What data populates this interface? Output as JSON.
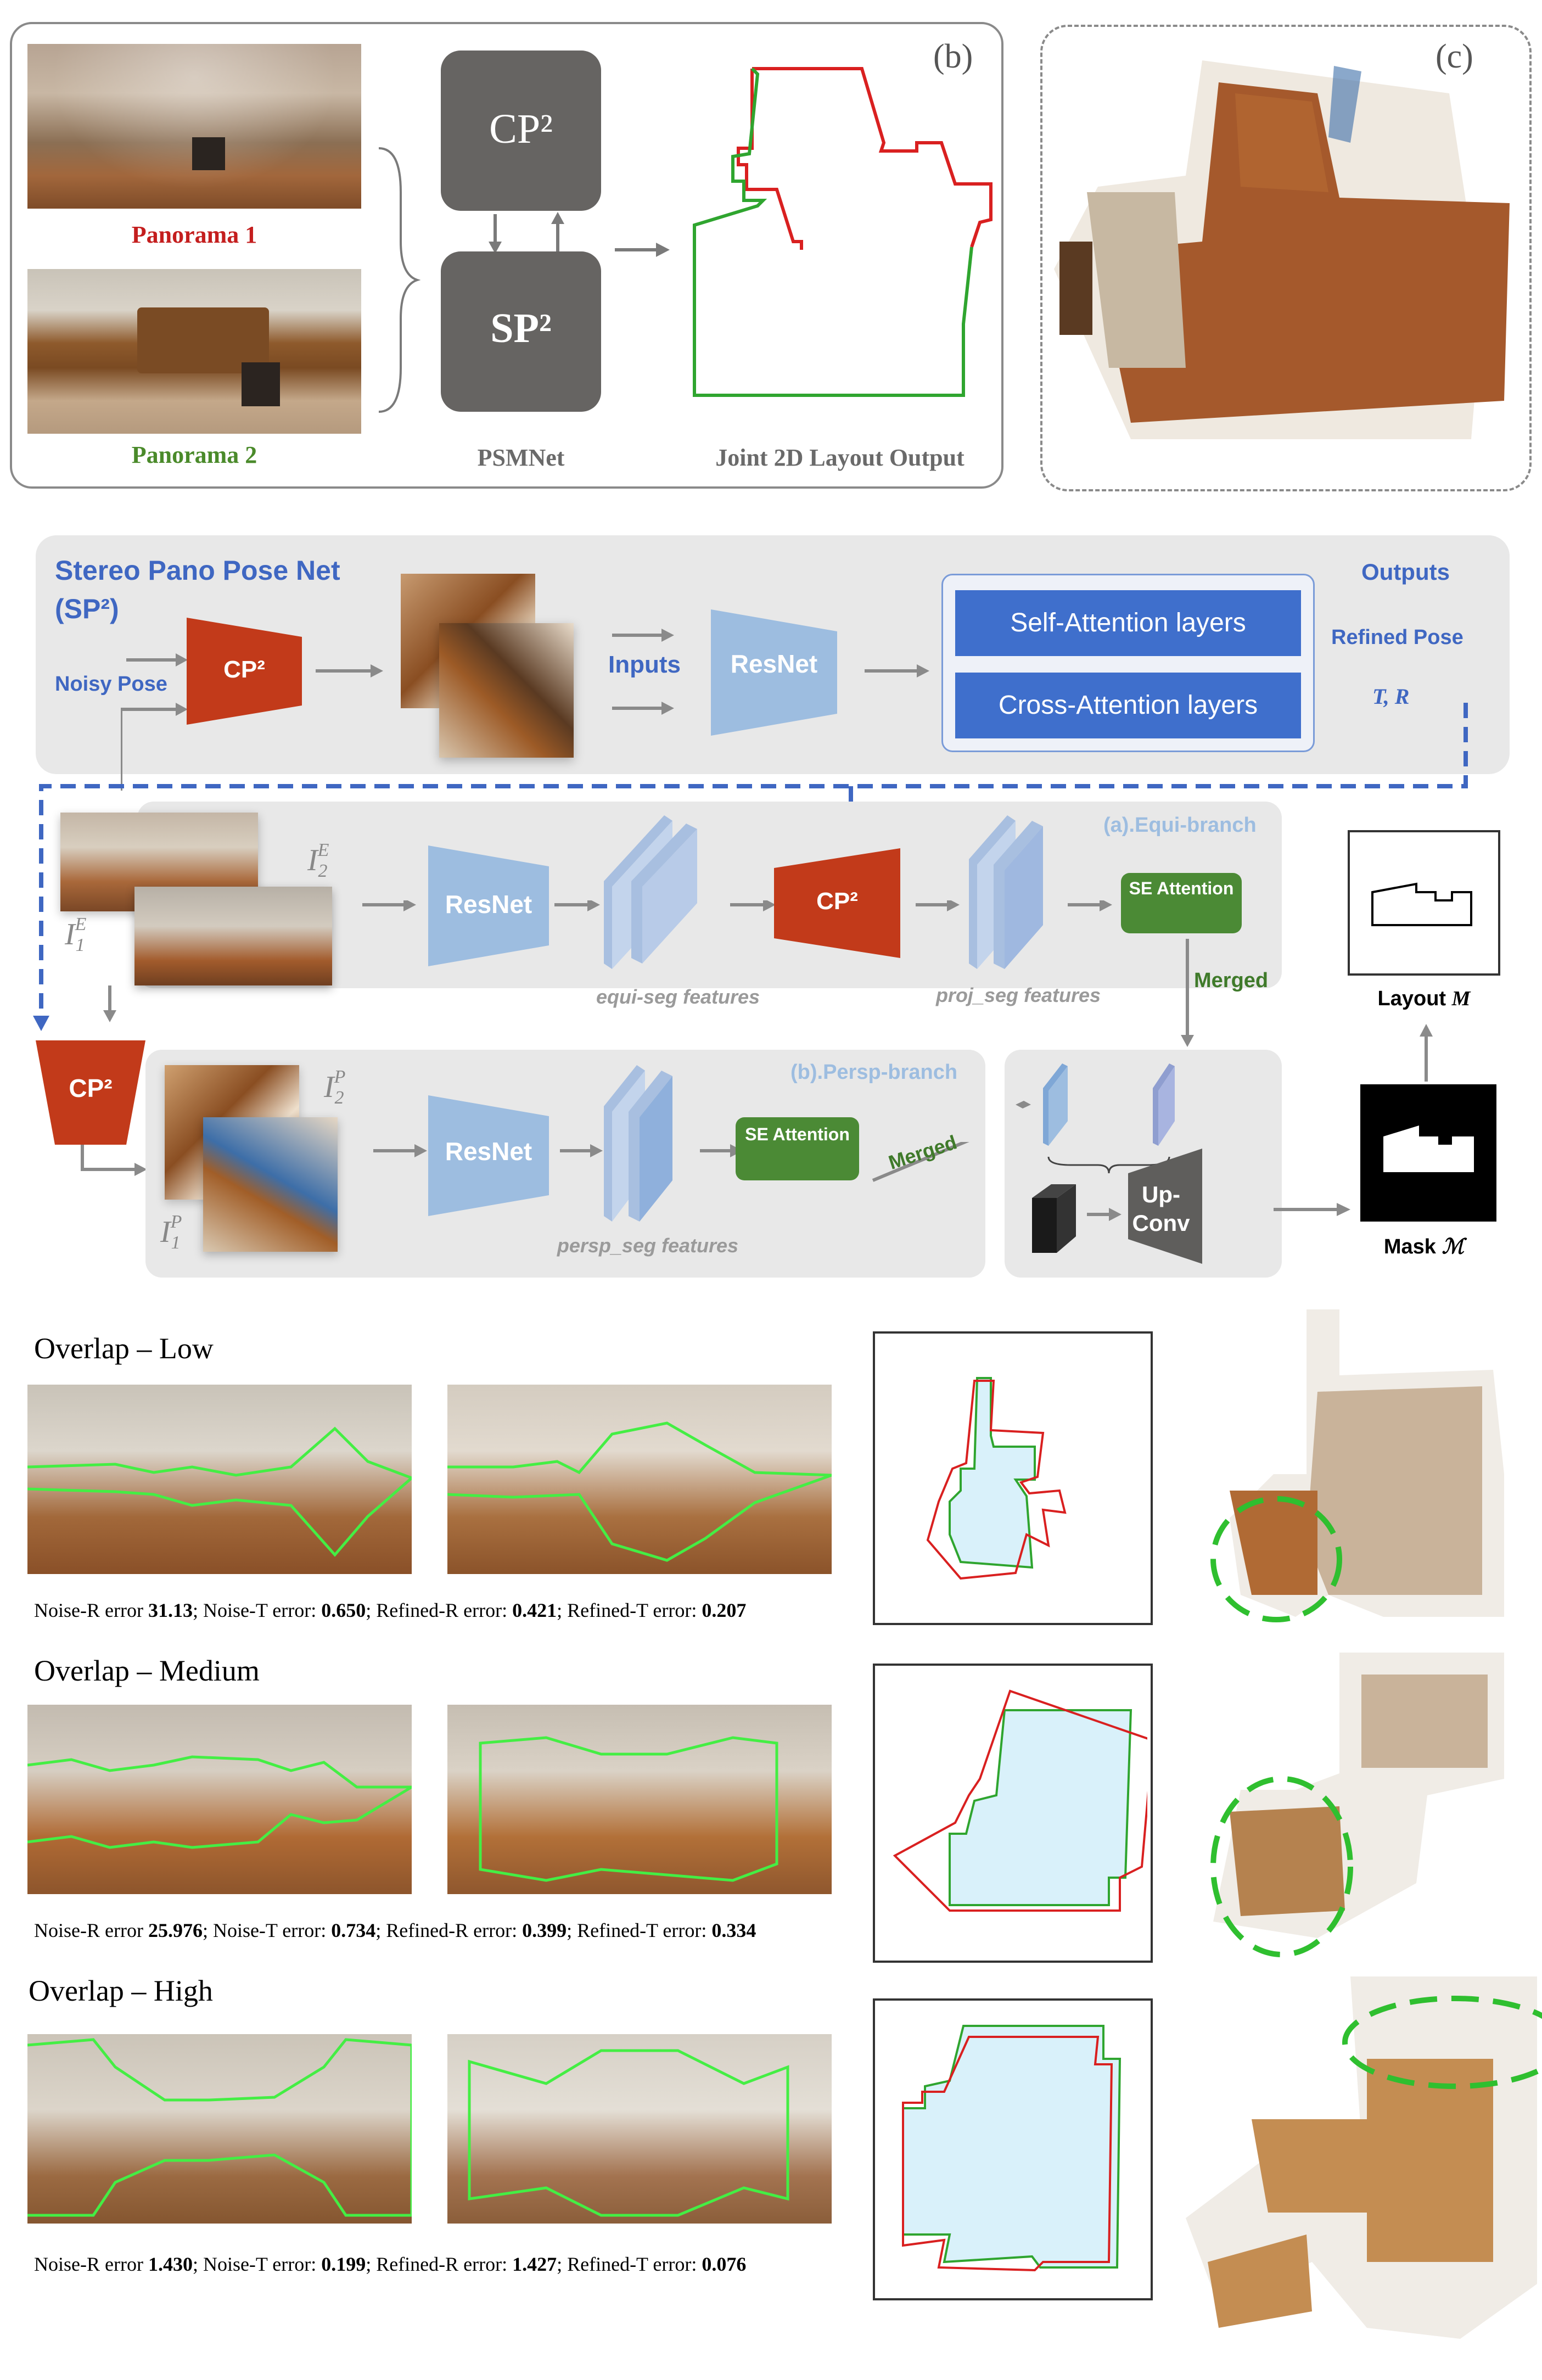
{
  "top": {
    "pano1_label": "Panorama 1",
    "pano2_label": "Panorama 2",
    "b_tag": "(b)",
    "c_tag": "(c)",
    "cp2_block": "CP²",
    "sp2_block": "SP²",
    "psmnet_label": "PSMNet",
    "joint_label": "Joint 2D Layout Output"
  },
  "sp2": {
    "title": "Stereo Pano Pose Net",
    "title_abbr": "(SP²)",
    "noisy_pose": "Noisy Pose",
    "cp2": "CP²",
    "inputs": "Inputs",
    "resnet": "ResNet",
    "self_attn": "Self-Attention layers",
    "cross_attn": "Cross-Attention layers",
    "outputs": "Outputs",
    "refined_pose": "Refined Pose",
    "tr": "T, R"
  },
  "equi": {
    "branch_label": "(a).Equi-branch",
    "i2e": "I",
    "i2e_sup": "E",
    "i2e_sub": "2",
    "i1e": "I",
    "i1e_sup": "E",
    "i1e_sub": "1",
    "resnet": "ResNet",
    "feat_label": "equi-seg  features",
    "cp2": "CP²",
    "proj_label": "proj_seg features",
    "se": "SE Attention",
    "merged": "Merged"
  },
  "persp": {
    "cp2": "CP²",
    "branch_label": "(b).Persp-branch",
    "i2p": "I",
    "i2p_sup": "P",
    "i2p_sub": "2",
    "i1p": "I",
    "i1p_sup": "P",
    "i1p_sub": "1",
    "resnet": "ResNet",
    "feat_label": "persp_seg features",
    "se": "SE Attention",
    "merged": "Merged",
    "upconv": "Up-Conv"
  },
  "outputs": {
    "layout_label": "Layout",
    "layout_sym": "M",
    "mask_label": "Mask",
    "mask_sym": "ℳ"
  },
  "results": [
    {
      "title": "Overlap – Low",
      "caption_parts": [
        {
          "t": "Noise-R error ",
          "b": false
        },
        {
          "t": "31.13",
          "b": true
        },
        {
          "t": "; Noise-T error: ",
          "b": false
        },
        {
          "t": "0.650",
          "b": true
        },
        {
          "t": "; Refined-R error: ",
          "b": false
        },
        {
          "t": "0.421",
          "b": true
        },
        {
          "t": "; Refined-T error: ",
          "b": false
        },
        {
          "t": "0.207",
          "b": true
        }
      ]
    },
    {
      "title": "Overlap – Medium",
      "caption_parts": [
        {
          "t": "Noise-R error ",
          "b": false
        },
        {
          "t": "25.976",
          "b": true
        },
        {
          "t": "; Noise-T error: ",
          "b": false
        },
        {
          "t": "0.734",
          "b": true
        },
        {
          "t": "; Refined-R error: ",
          "b": false
        },
        {
          "t": "0.399",
          "b": true
        },
        {
          "t": "; Refined-T error: ",
          "b": false
        },
        {
          "t": "0.334",
          "b": true
        }
      ]
    },
    {
      "title": "Overlap – High",
      "caption_parts": [
        {
          "t": "Noise-R error ",
          "b": false
        },
        {
          "t": "1.430",
          "b": true
        },
        {
          "t": "; Noise-T error: ",
          "b": false
        },
        {
          "t": "0.199",
          "b": true
        },
        {
          "t": "; Refined-R error: ",
          "b": false
        },
        {
          "t": "1.427",
          "b": true
        },
        {
          "t": "; Refined-T error: ",
          "b": false
        },
        {
          "t": "0.076",
          "b": true
        }
      ]
    }
  ],
  "colors": {
    "red_block": "#c23a1a",
    "dark_block": "#666462",
    "blue_title": "#3f67c2",
    "attn_blue": "#3f6fcc",
    "resnet_blue": "#9dbde0",
    "se_green": "#4b8a35",
    "merged_green": "#3f7a2a",
    "panel_gray": "#e8e8e8",
    "layout_red": "#d92020",
    "layout_green": "#2fa52f",
    "overlay_green": "#44ee44"
  }
}
